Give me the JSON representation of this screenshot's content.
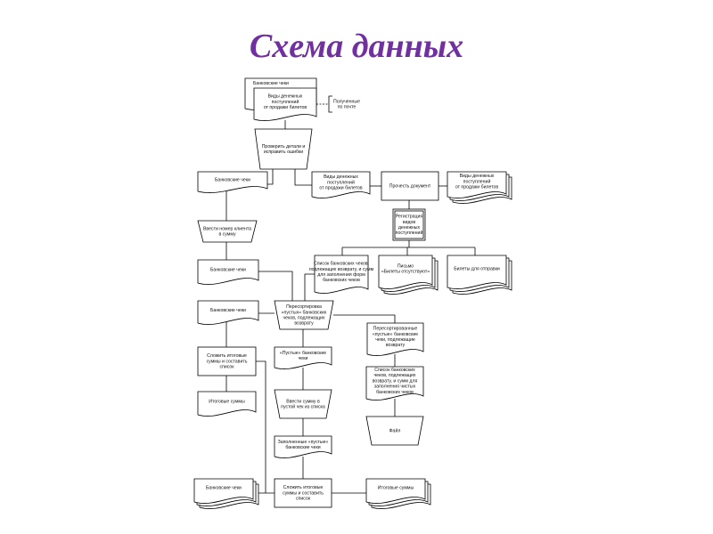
{
  "title": "Схема данных",
  "colors": {
    "title": "#7030a0"
  },
  "nodes": [
    {
      "id": "n_checks_top",
      "type": "document",
      "lines": [
        "Банковские чеки"
      ]
    },
    {
      "id": "n_kinds_top",
      "type": "document",
      "lines": [
        "Виды денежных",
        "поступлений",
        "от продажи билетов"
      ]
    },
    {
      "id": "n_note",
      "type": "annotation",
      "lines": [
        "Полученные",
        "по почте"
      ]
    },
    {
      "id": "n_check_details",
      "type": "manual-operation",
      "lines": [
        "Проверить детали и",
        "исправить ошибки"
      ]
    },
    {
      "id": "n_checks_a",
      "type": "document",
      "lines": [
        "Банковские чеки"
      ]
    },
    {
      "id": "n_kinds_mid",
      "type": "document",
      "lines": [
        "Виды денежных",
        "поступлений",
        "от продажи билетов"
      ]
    },
    {
      "id": "n_read_doc",
      "type": "process",
      "lines": [
        "Прочесть документ"
      ]
    },
    {
      "id": "n_kinds_right",
      "type": "multidocument",
      "lines": [
        "Виды денежных",
        "поступлений",
        "от продажи билетов"
      ]
    },
    {
      "id": "n_register",
      "type": "process",
      "lines": [
        "Регистрация",
        "видов",
        "денежных",
        "поступлений"
      ]
    },
    {
      "id": "n_enter_client",
      "type": "manual-operation",
      "lines": [
        "Ввести номер клиента",
        "в сумму"
      ]
    },
    {
      "id": "n_list_checks",
      "type": "document",
      "lines": [
        "Список банковских чеков,",
        "подлежащих возврату, и сумм",
        "для заполнения форм",
        "банковских чеков"
      ]
    },
    {
      "id": "n_letter",
      "type": "multidocument",
      "lines": [
        "Письмо",
        "«Билеты отсутствуют»"
      ]
    },
    {
      "id": "n_tickets",
      "type": "multidocument",
      "lines": [
        "Билеты для отправки"
      ]
    },
    {
      "id": "n_checks_b",
      "type": "document",
      "lines": [
        "Банковские чеки"
      ]
    },
    {
      "id": "n_checks_c",
      "type": "document",
      "lines": [
        "Банковские чеки"
      ]
    },
    {
      "id": "n_resort",
      "type": "manual-operation",
      "lines": [
        "Пересортировка",
        "«пустых» банковских",
        "чеков, подлежащих",
        "возврату"
      ]
    },
    {
      "id": "n_resorted",
      "type": "document",
      "lines": [
        "Пересортированные",
        "«пустые» банковские",
        "чеки, подлежащие",
        "возврату"
      ]
    },
    {
      "id": "n_sum_left",
      "type": "process",
      "lines": [
        "Сложить итоговые",
        "суммы и составить",
        "список"
      ]
    },
    {
      "id": "n_empty_checks",
      "type": "document",
      "lines": [
        "«Пустые» банковские",
        "чеки"
      ]
    },
    {
      "id": "n_list_checks2",
      "type": "document",
      "lines": [
        "Список банковских",
        "чеков, подлежащих",
        "возврату, и сумм для",
        "заполнения чистых",
        "банковских чеков"
      ]
    },
    {
      "id": "n_totals_left",
      "type": "document",
      "lines": [
        "Итоговые суммы"
      ]
    },
    {
      "id": "n_enter_sum",
      "type": "manual-operation",
      "lines": [
        "Ввести сумму в",
        "пустой чек из списка"
      ]
    },
    {
      "id": "n_file",
      "type": "manual-operation",
      "lines": [
        "Файл"
      ]
    },
    {
      "id": "n_filled",
      "type": "document",
      "lines": [
        "Заполненные «пустые»",
        "банковские чеки"
      ]
    },
    {
      "id": "n_checks_bottom",
      "type": "multidocument",
      "lines": [
        "Банковские чеки"
      ]
    },
    {
      "id": "n_sum_bottom",
      "type": "process",
      "lines": [
        "Сложить итоговые",
        "суммы и составить",
        "список"
      ]
    },
    {
      "id": "n_totals_bottom",
      "type": "multidocument",
      "lines": [
        "Итоговые суммы"
      ]
    }
  ]
}
